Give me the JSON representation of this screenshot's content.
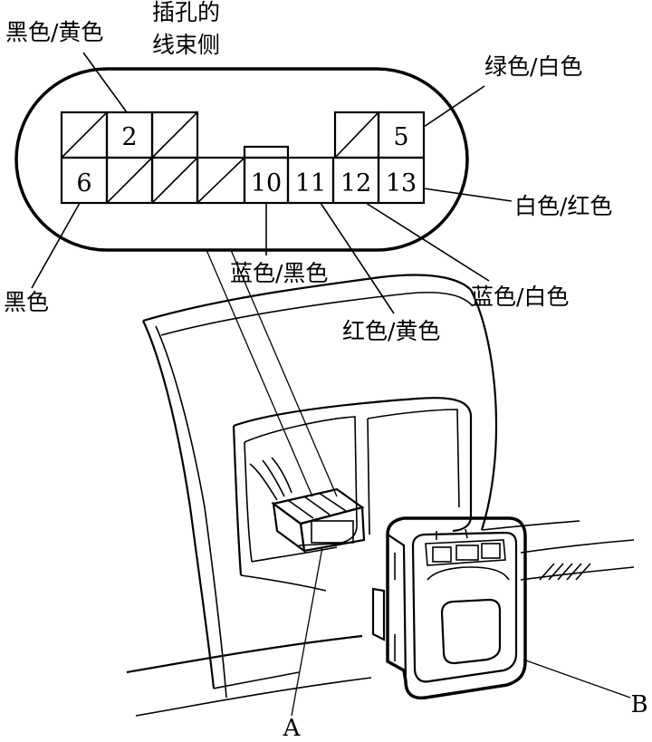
{
  "header_labels": {
    "top_left": "黑色/黄色",
    "top_center_line1": "插孔的",
    "top_center_line2": "线束侧"
  },
  "wire_labels": {
    "pin5": "绿色/白色",
    "pin13": "白色/红色",
    "pin6": "黑色",
    "pin10": "蓝色/黑色",
    "pin11": "红色/黄色",
    "pin12": "蓝色/白色"
  },
  "pins": {
    "p2": "2",
    "p5": "5",
    "p6": "6",
    "p10": "10",
    "p11": "11",
    "p12": "12",
    "p13": "13"
  },
  "callouts": {
    "a": "A",
    "b": "B"
  }
}
